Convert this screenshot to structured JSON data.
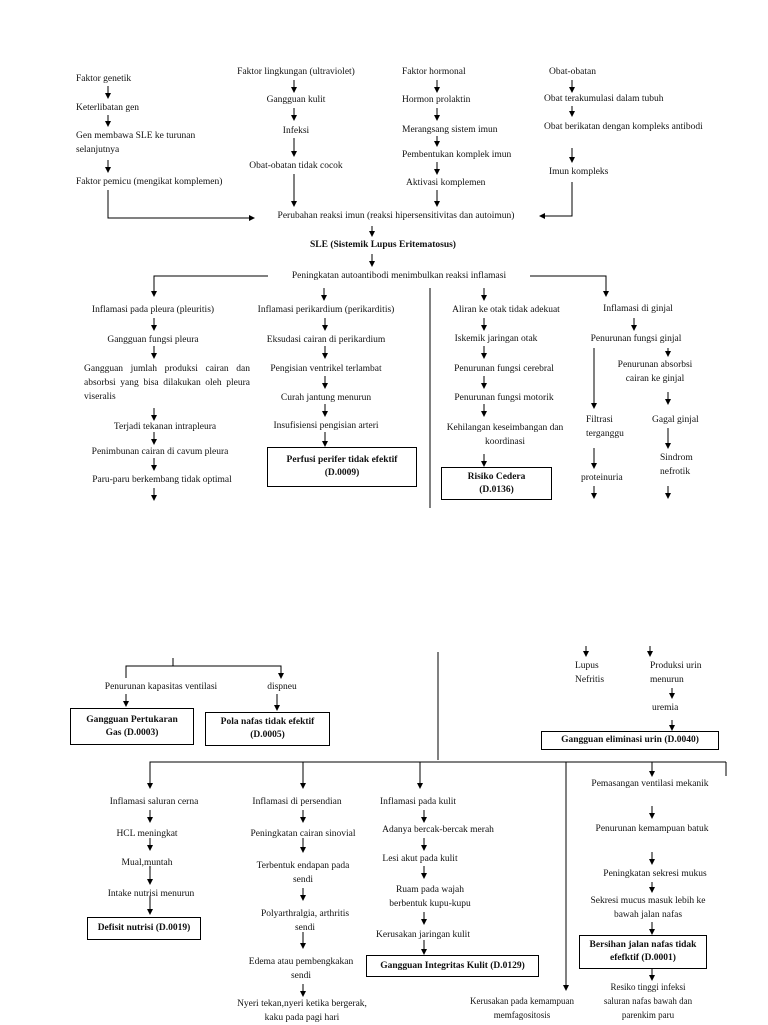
{
  "top": {
    "col1": [
      "Faktor genetik",
      "Keterlibatan gen",
      "Gen membawa SLE ke turunan selanjutnya",
      "Faktor pemicu (mengikat komplemen)"
    ],
    "col2": [
      "Faktor lingkungan (ultraviolet)",
      "Gangguan kulit",
      "Infeksi",
      "Obat-obatan tidak cocok"
    ],
    "col3": [
      "Faktor hormonal",
      "Hormon prolaktin",
      "Merangsang sistem imun",
      "Pembentukan komplek imun",
      "Aktivasi komplemen"
    ],
    "col4": [
      "Obat-obatan",
      "Obat terakumulasi dalam tubuh",
      "Obat berikatan dengan kompleks antibodi",
      "Imun kompleks"
    ],
    "perubahan": "Perubahan reaksi imun (reaksi hipersensitivitas dan autoimun)",
    "sle": "SLE (Sistemik Lupus Eritematosus)",
    "peningkatan": "Peningkatan autoantibodi menimbulkan reaksi inflamasi"
  },
  "branch_pleura": [
    "Inflamasi pada pleura (pleuritis)",
    "Gangguan fungsi pleura",
    "Gangguan jumlah produksi cairan dan absorbsi yang bisa dilakukan oleh pleura viseralis",
    "Terjadi tekanan intrapleura",
    "Penimbunan cairan di cavum pleura",
    "Paru-paru berkembang tidak optimal"
  ],
  "branch_perikard": [
    "Inflamasi perikardium (perikarditis)",
    "Eksudasi cairan di perikardium",
    "Pengisian ventrikel terlambat",
    "Curah jantung menurun",
    "Insufisiensi pengisian arteri"
  ],
  "dx_perfusi": "Perfusi perifer tidak efektif (D.0009)",
  "branch_otak": [
    "Aliran ke otak tidak adekuat",
    "Iskemik jaringan otak",
    "Penurunan fungsi cerebral",
    "Penurunan fungsi motorik",
    "Kehilangan keseimbangan dan koordinasi"
  ],
  "dx_cedera": "Risiko Cedera (D.0136)",
  "branch_ginjal": [
    "Inflamasi di ginjal",
    "Penurunan fungsi ginjal",
    "Penurunan absorbsi cairan ke ginjal",
    "Filtrasi terganggu",
    "Gagal ginjal",
    "Sindrom nefrotik",
    "proteinuria"
  ],
  "bottom_resp": {
    "left": "Penurunan kapasitas ventilasi",
    "right": "dispneu",
    "dx_gas": "Gangguan Pertukaran Gas (D.0003)",
    "dx_nafas": "Pola nafas tidak efektif (D.0005)"
  },
  "bottom_ren": {
    "lupus": "Lupus Nefritis",
    "produksi": "Produksi urin menurun",
    "uremia": "uremia",
    "dx_eliminasi": "Gangguan eliminasi urin (D.0040)"
  },
  "branch_cerna": [
    "Inflamasi saluran cerna",
    "HCL meningkat",
    "Mual,muntah",
    "Intake nutrisi menurun"
  ],
  "dx_nutrisi": "Defisit nutrisi (D.0019)",
  "branch_sendi": [
    "Inflamasi di persendian",
    "Peningkatan cairan sinovial",
    "Terbentuk endapan pada sendi",
    "Polyarthralgia, arthritis sendi",
    "Edema atau pembengkakan sendi",
    "Nyeri tekan,nyeri ketika bergerak, kaku pada pagi hari"
  ],
  "branch_kulit": [
    "Inflamasi pada kulit",
    "Adanya bercak-bercak merah",
    "Lesi akut pada kulit",
    "Ruam pada wajah berbentuk kupu-kupu",
    "Kerusakan jaringan kulit"
  ],
  "dx_kulit": "Gangguan Integritas Kulit (D.0129)",
  "kerusakan_fagosit": "Kerusakan pada kemampuan memfagositosis",
  "branch_vent": [
    "Pemasangan ventilasi mekanik",
    "Penurunan kemampuan batuk",
    "Peningkatan sekresi mukus",
    "Sekresi mucus masuk lebih ke bawah jalan nafas",
    "Resiko tinggi infeksi saluran nafas bawah dan parenkim paru"
  ],
  "dx_bersihan": "Bersihan jalan nafas tidak efefktif (D.0001)"
}
